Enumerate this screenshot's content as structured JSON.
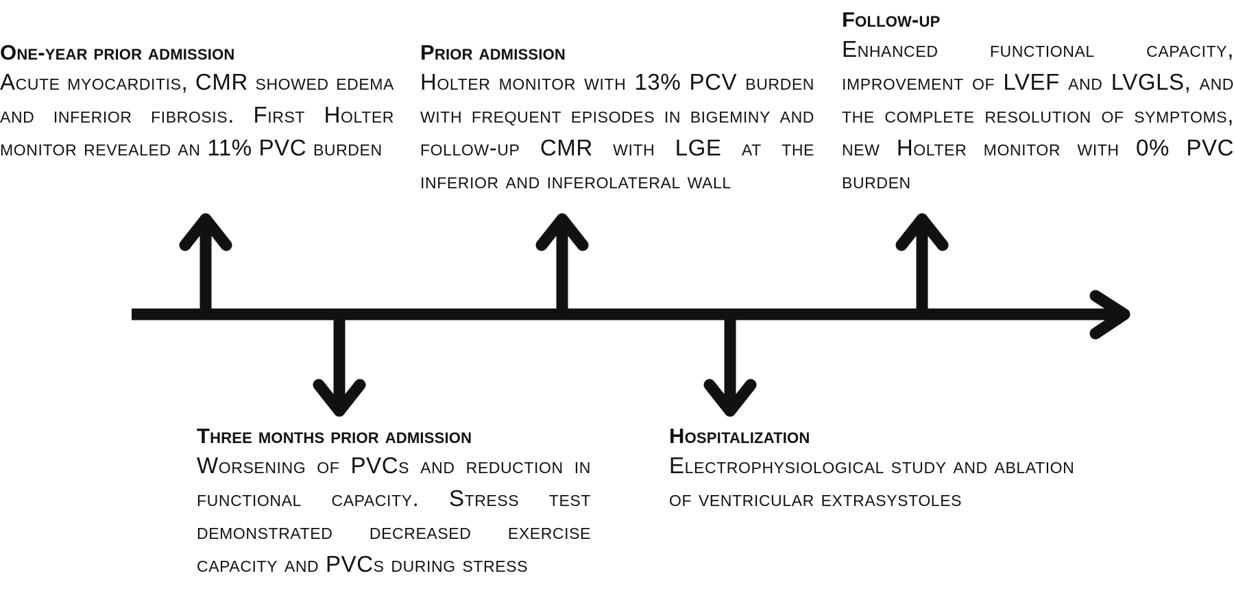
{
  "events": [
    {
      "title": "One-year prior admission",
      "description": "Acute myocarditis, CMR showed edema and inferior fibrosis. First Holter monitor revealed an 11% PVC burden"
    },
    {
      "title": "Prior admission",
      "description": "Holter monitor with 13% PCV burden with frequent episodes in bigeminy and follow-up CMR with LGE at the inferior and inferolateral wall"
    },
    {
      "title": "Follow-up",
      "description": "Enhanced functional capacity, improvement of LVEF and LVGLS, and the complete resolution of symptoms, new Holter monitor with 0% PVC burden"
    },
    {
      "title": "Three months prior admission",
      "description": "Worsening of PVCs and reduction in functional capacity. Stress test demonstrated decreased exercise capacity and PVCs during stress"
    },
    {
      "title": "Hospitalization",
      "description": "Electrophysiological study and ablation of ventricular extrasystoles"
    }
  ],
  "colors": {
    "ink": "#111111",
    "background": "#ffffff"
  }
}
